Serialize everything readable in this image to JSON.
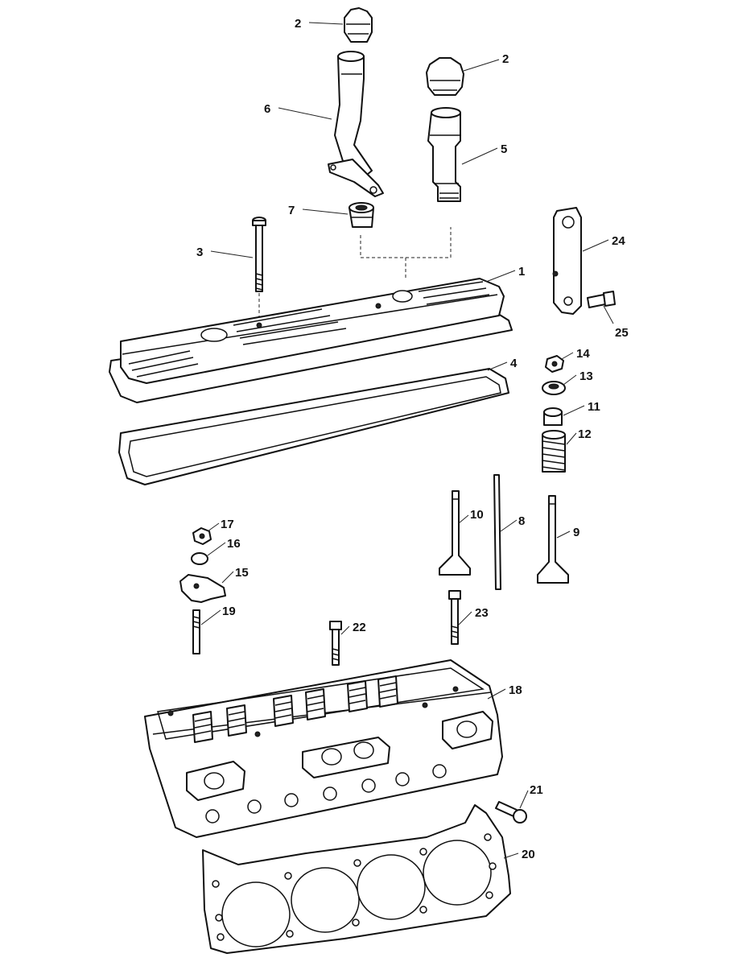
{
  "callouts": {
    "c1": "1",
    "c2a": "2",
    "c2b": "2",
    "c3": "3",
    "c4": "4",
    "c5": "5",
    "c6": "6",
    "c7": "7",
    "c8": "8",
    "c9": "9",
    "c10": "10",
    "c11": "11",
    "c12": "12",
    "c13": "13",
    "c14": "14",
    "c15": "15",
    "c16": "16",
    "c17": "17",
    "c18": "18",
    "c19": "19",
    "c20": "20",
    "c21": "21",
    "c22": "22",
    "c23": "23",
    "c24": "24",
    "c25": "25"
  },
  "colors": {
    "line": "#111111",
    "background": "#ffffff"
  }
}
